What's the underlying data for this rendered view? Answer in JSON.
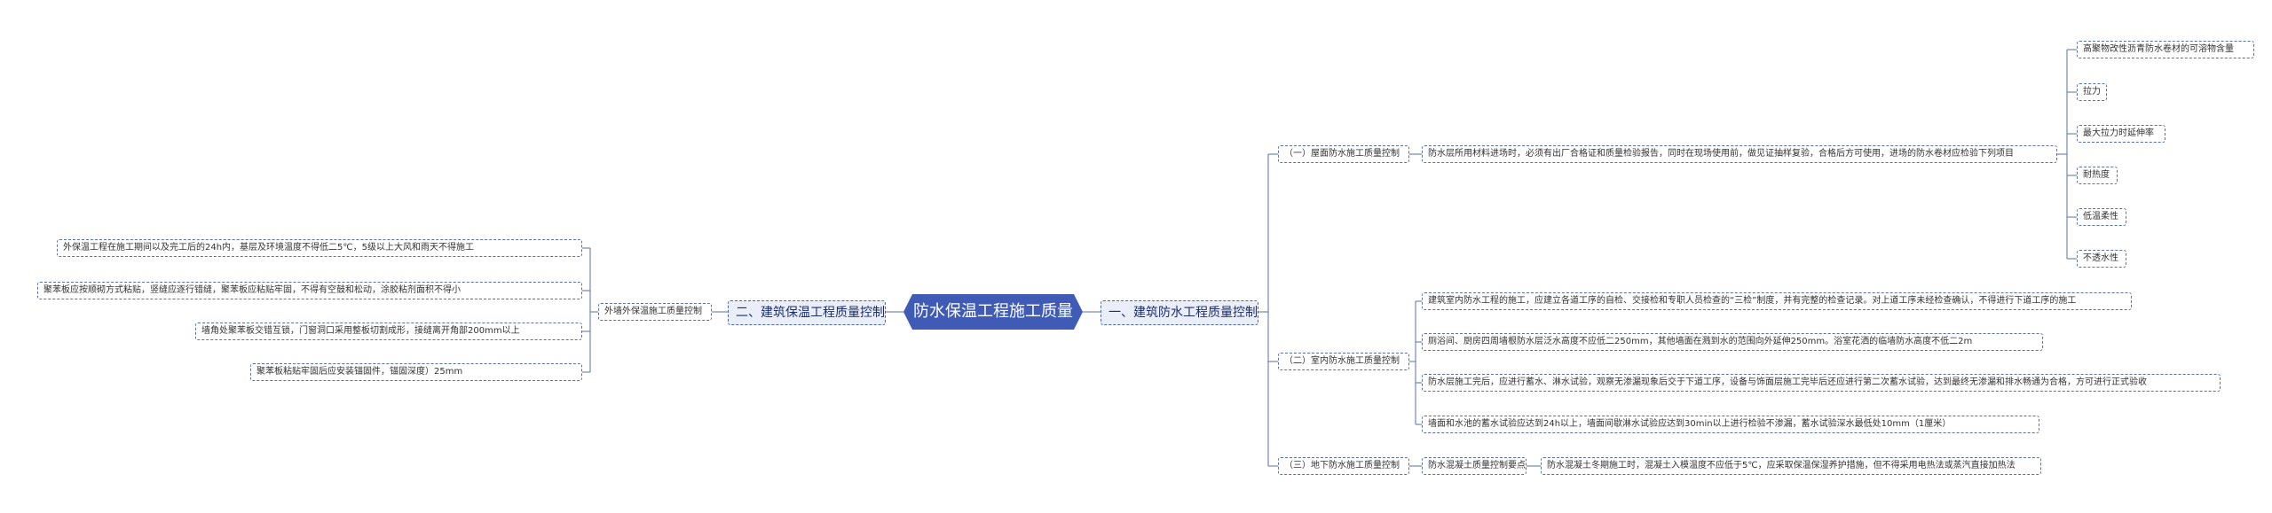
{
  "colors": {
    "root_fill": "#3f5bb5",
    "edge": "#5a6fa8",
    "node_border": "#5a6fa8",
    "branch_fill": "#e9eef8"
  },
  "root": {
    "label": "防水保温工程施工质量"
  },
  "right": {
    "label": "一、建筑防水工程质量控制",
    "sections": [
      {
        "label": "（一）屋面防水施工质量控制",
        "detail": "防水层所用材料进场时，必须有出厂合格证和质量检验报告，同时在现场使用前，做见证抽样复验，合格后方可使用，进场的防水卷材应检验下列项目",
        "items": [
          "高聚物改性沥青防水卷材的可溶物含量",
          "拉力",
          "最大拉力时延伸率",
          "耐热度",
          "低温柔性",
          "不透水性"
        ]
      },
      {
        "label": "（二）室内防水施工质量控制",
        "items": [
          "建筑室内防水工程的施工，应建立各道工序的自检、交接检和专职人员检查的“三检”制度，并有完整的检查记录。对上道工序未经检查确认，不得进行下道工序的施工",
          "厕浴间、厨房四周墙根防水层泛水高度不应低二250mm，其他墙面在溅到水的范围向外延伸250mm。浴室花洒的临墙防水高度不低二2m",
          "防水层施工完后，应进行蓄水、淋水试验，观察无渗漏现象后交于下道工序，设备与饰面层施工完毕后还应进行第二次蓄水试验，达到最终无渗漏和排水畅通为合格，方可进行正式验收",
          "墙面和水池的蓄水试验应达到24h以上，墙面间歇淋水试验应达到30min以上进行检验不渗漏，蓄水试验深水最低处10mm（1厘米）"
        ]
      },
      {
        "label": "（三）地下防水施工质量控制",
        "sub": "防水混凝土质量控制要点",
        "detail": "防水混凝土冬期施工时，混凝土入模温度不应低于5℃，应采取保温保湿养护措施，但不得采用电热法或蒸汽直接加热法"
      }
    ]
  },
  "left": {
    "label": "二、建筑保温工程质量控制",
    "sub": "外墙外保温施工质量控制",
    "items": [
      "外保温工程在施工期间以及完工后的24h内，基层及环境温度不得低二5℃，5级以上大风和雨天不得施工",
      "聚苯板应按顺砌方式粘贴，竖缝应逐行错缝，聚苯板应粘贴牢固，不得有空鼓和松动，涂胶粘剂面积不得小",
      "墙角处聚苯板交错互锁，门窗洞口采用整板切割成形，接缝离开角部200mm以上",
      "聚苯板粘贴牢固后应安装锚固件，锚固深度）25mm"
    ]
  }
}
